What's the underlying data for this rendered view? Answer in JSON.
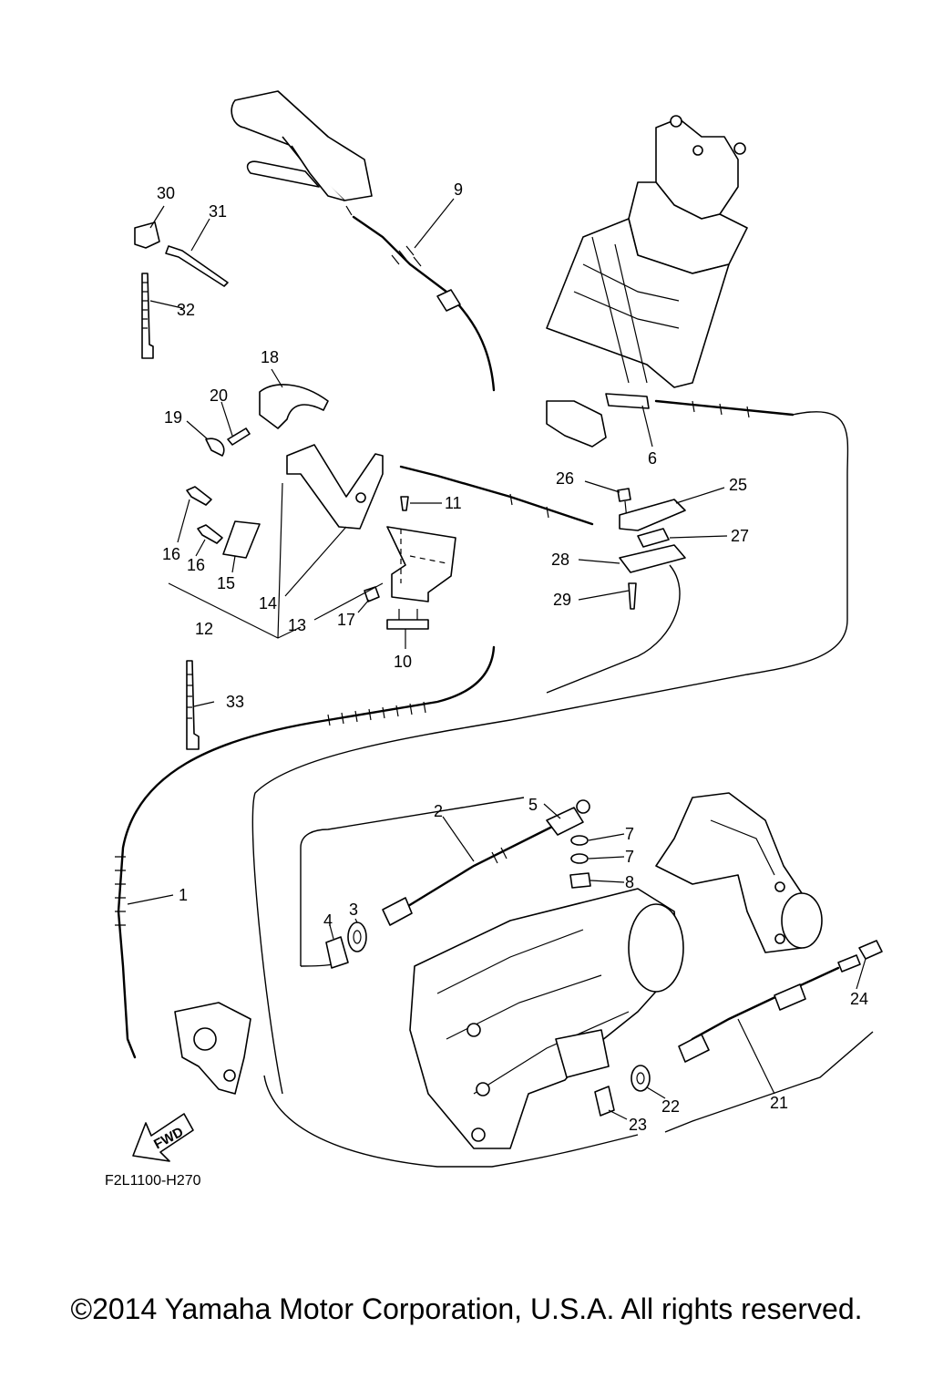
{
  "diagram": {
    "callouts": [
      {
        "id": "1",
        "text": "1"
      },
      {
        "id": "2",
        "text": "2"
      },
      {
        "id": "3",
        "text": "3"
      },
      {
        "id": "4",
        "text": "4"
      },
      {
        "id": "5",
        "text": "5"
      },
      {
        "id": "6",
        "text": "6"
      },
      {
        "id": "7a",
        "text": "7"
      },
      {
        "id": "7b",
        "text": "7"
      },
      {
        "id": "8",
        "text": "8"
      },
      {
        "id": "9",
        "text": "9"
      },
      {
        "id": "10",
        "text": "10"
      },
      {
        "id": "11",
        "text": "11"
      },
      {
        "id": "12",
        "text": "12"
      },
      {
        "id": "13",
        "text": "13"
      },
      {
        "id": "14",
        "text": "14"
      },
      {
        "id": "15",
        "text": "15"
      },
      {
        "id": "16a",
        "text": "16"
      },
      {
        "id": "16b",
        "text": "16"
      },
      {
        "id": "17",
        "text": "17"
      },
      {
        "id": "18",
        "text": "18"
      },
      {
        "id": "19",
        "text": "19"
      },
      {
        "id": "20",
        "text": "20"
      },
      {
        "id": "21",
        "text": "21"
      },
      {
        "id": "22",
        "text": "22"
      },
      {
        "id": "23",
        "text": "23"
      },
      {
        "id": "24",
        "text": "24"
      },
      {
        "id": "25",
        "text": "25"
      },
      {
        "id": "26",
        "text": "26"
      },
      {
        "id": "27",
        "text": "27"
      },
      {
        "id": "28",
        "text": "28"
      },
      {
        "id": "29",
        "text": "29"
      },
      {
        "id": "30",
        "text": "30"
      },
      {
        "id": "31",
        "text": "31"
      },
      {
        "id": "32",
        "text": "32"
      },
      {
        "id": "33",
        "text": "33"
      }
    ],
    "fwd_label": "FWD",
    "drawing_code": "F2L1100-H270"
  },
  "copyright": "©2014 Yamaha Motor Corporation, U.S.A. All rights reserved."
}
